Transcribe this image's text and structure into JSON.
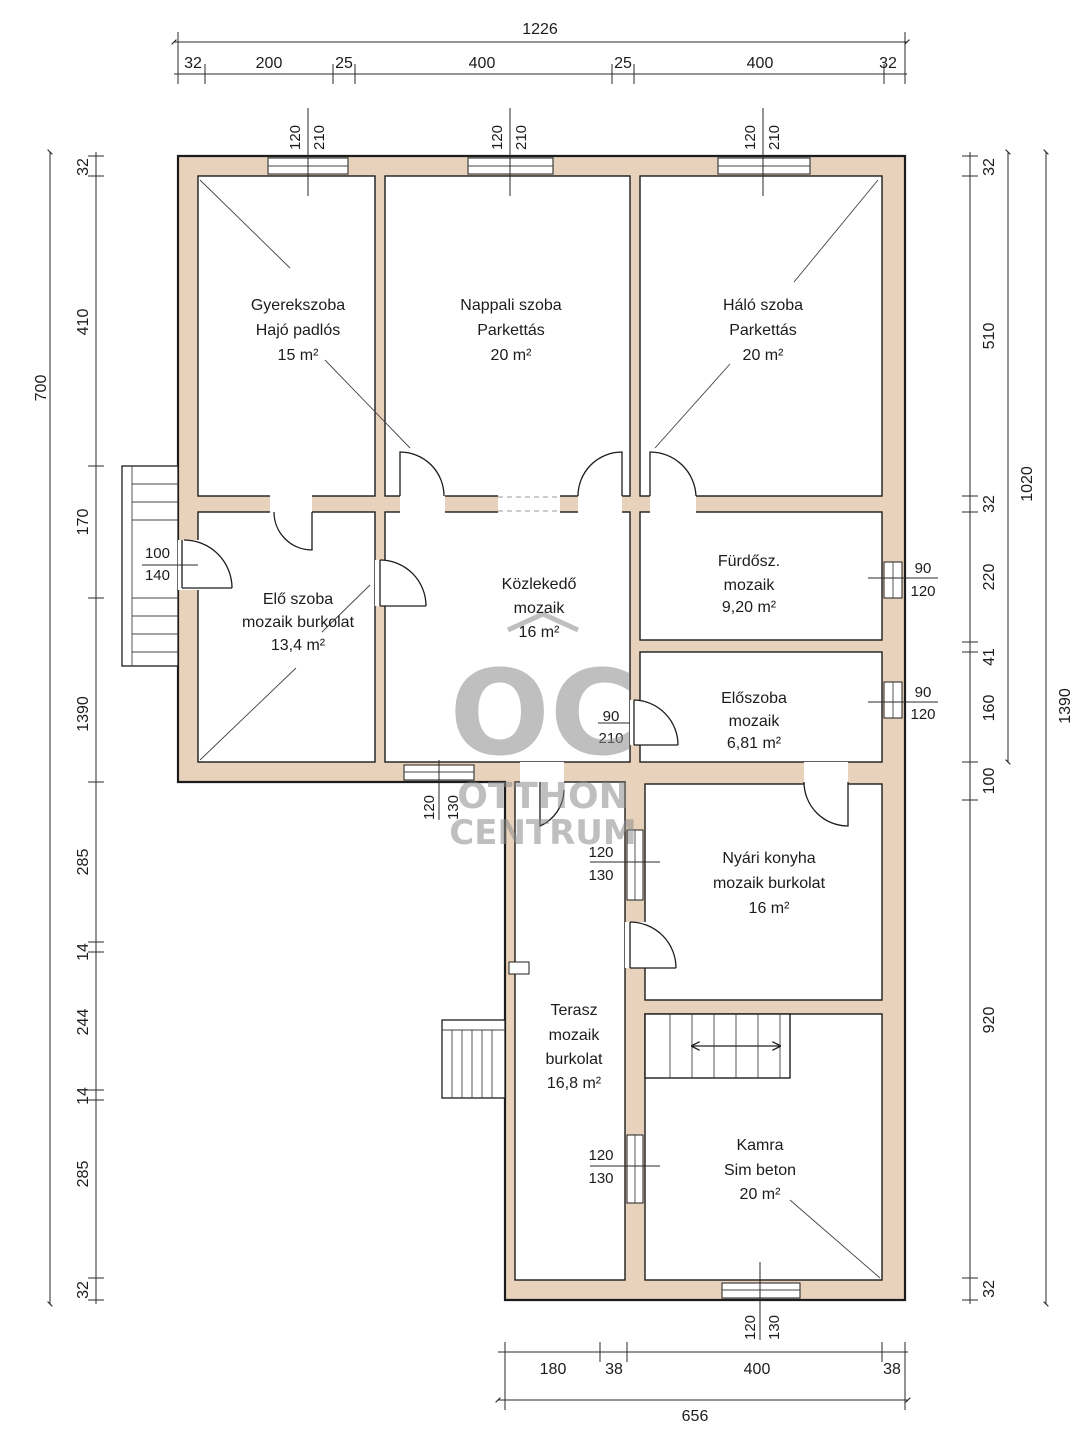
{
  "dimensions": {
    "top_total": "1226",
    "top_segments": [
      "32",
      "200",
      "25",
      "400",
      "25",
      "400",
      "32"
    ],
    "bottom_segments": [
      "180",
      "38",
      "400",
      "38"
    ],
    "bottom_total": "656",
    "left_total": "700",
    "left_segments": [
      "32",
      "410",
      "170",
      "1390",
      "285",
      "14",
      "244",
      "14",
      "285",
      "32"
    ],
    "right_segments": [
      "32",
      "510",
      "32",
      "220",
      "41",
      "160",
      "100",
      "920",
      "32"
    ],
    "right_total_upper": "1020",
    "right_total": "1390"
  },
  "openings": {
    "win_top_1": [
      "120",
      "210"
    ],
    "win_top_2": [
      "120",
      "210"
    ],
    "win_top_3": [
      "120",
      "210"
    ],
    "entrance_door": [
      "100",
      "140"
    ],
    "win_bath": [
      "90",
      "120"
    ],
    "win_hall2": [
      "90",
      "120"
    ],
    "door_corridor": [
      "90",
      "210"
    ],
    "win_bottom_left": [
      "120",
      "130"
    ],
    "win_terrace_1": [
      "120",
      "130"
    ],
    "win_terrace_2": [
      "120",
      "130"
    ],
    "win_bottom_right": [
      "120",
      "130"
    ]
  },
  "rooms": {
    "gyerekszoba": [
      "Gyerekszoba",
      "Hajó padlós",
      "15 m²"
    ],
    "nappali": [
      "Nappali szoba",
      "Parkettás",
      "20 m²"
    ],
    "halo": [
      "Háló szoba",
      "Parkettás",
      "20 m²"
    ],
    "eloszoba": [
      "Elő szoba",
      "mozaik burkolat",
      "13,4 m²"
    ],
    "kozlekedo": [
      "Közlekedő",
      "mozaik",
      "16 m²"
    ],
    "furdo": [
      "Fürdősz.",
      "mozaik",
      "9,20 m²"
    ],
    "eloszoba2": [
      "Előszoba",
      "mozaik",
      "6,81 m²"
    ],
    "nyari": [
      "Nyári konyha",
      "mozaik burkolat",
      "16 m²"
    ],
    "terasz": [
      "Terasz",
      "mozaik",
      "burkolat",
      "16,8 m²"
    ],
    "kamra": [
      "Kamra",
      "Sim beton",
      "20 m²"
    ]
  },
  "watermark": {
    "logo": "OC",
    "line1": "OTTHON",
    "line2": "CENTRUM"
  }
}
